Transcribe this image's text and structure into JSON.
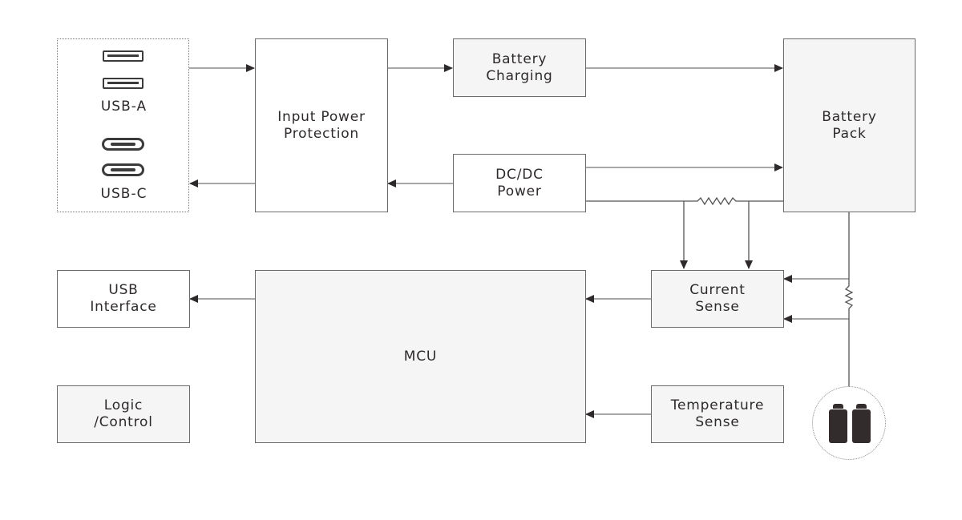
{
  "diagram": {
    "title": "Power bank block diagram",
    "colors": {
      "line": "#6a6a6a",
      "arrow": "#2e2a2b",
      "block_gray_fill": "#f5f5f5",
      "block_white_fill": "#ffffff",
      "text": "#2e2a2b",
      "icon": "#3b3b3b"
    },
    "ports": {
      "usb_a_label": "USB-A",
      "usb_c_label": "USB-C",
      "usb_a_count": 2,
      "usb_c_count": 2
    },
    "blocks": {
      "input_protection": "Input Power\nProtection",
      "battery_charging": "Battery\nCharging",
      "dcdc_power": "DC/DC\nPower",
      "battery_pack": "Battery\nPack",
      "usb_interface": "USB\nInterface",
      "logic_control": "Logic\n/Control",
      "mcu": "MCU",
      "current_sense": "Current\nSense",
      "temperature_sense": "Temperature\nSense"
    },
    "connections": [
      {
        "from": "ports",
        "to": "input_protection"
      },
      {
        "from": "input_protection",
        "to": "ports"
      },
      {
        "from": "input_protection",
        "to": "battery_charging"
      },
      {
        "from": "battery_charging",
        "to": "battery_pack"
      },
      {
        "from": "dcdc_power",
        "to": "battery_pack"
      },
      {
        "from": "dcdc_power",
        "to": "input_protection"
      },
      {
        "from": "dcdc_power",
        "to": "current_sense",
        "via": "shunt-resistor-output"
      },
      {
        "from": "battery_pack",
        "to": "current_sense",
        "via": "shunt-resistor-battery"
      },
      {
        "from": "current_sense",
        "to": "mcu"
      },
      {
        "from": "temperature_sense",
        "to": "mcu"
      },
      {
        "from": "mcu",
        "to": "usb_interface"
      },
      {
        "from": "battery_pack",
        "to": "battery_cells"
      }
    ],
    "icons": {
      "battery_cells": "battery-cells-icon",
      "usb_a": "usb-a-port-icon",
      "usb_c": "usb-c-port-icon"
    }
  }
}
